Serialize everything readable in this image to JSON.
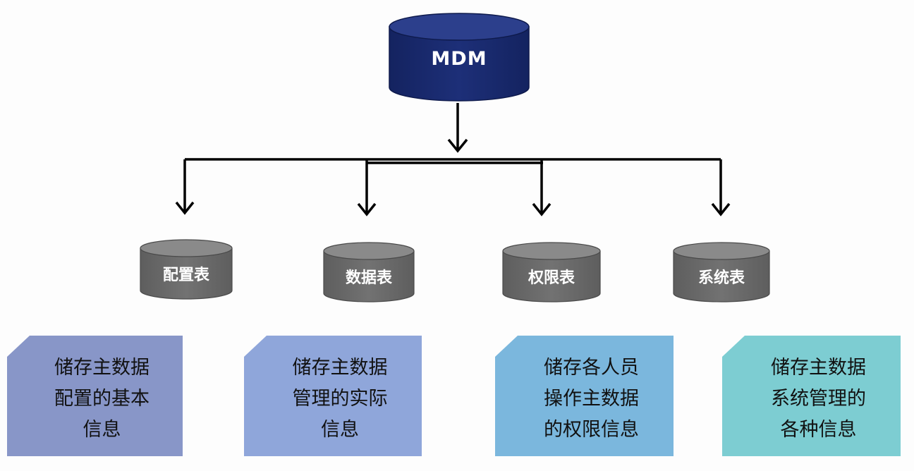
{
  "master": {
    "label": "MDM"
  },
  "tables": [
    {
      "label": "配置表",
      "desc_lines": [
        "储存主数据",
        "配置的基本",
        "信息"
      ],
      "color": "#8896c8"
    },
    {
      "label": "数据表",
      "desc_lines": [
        "储存主数据",
        "管理的实际",
        "信息"
      ],
      "color": "#8fa6da"
    },
    {
      "label": "权限表",
      "desc_lines": [
        "储存各人员",
        "操作主数据",
        "的权限信息"
      ],
      "color": "#7bb7dd"
    },
    {
      "label": "系统表",
      "desc_lines": [
        "储存主数据",
        "系统管理的",
        "各种信息"
      ],
      "color": "#7dcdd2"
    }
  ],
  "colors": {
    "master_cylinder": "#1a2a6c",
    "table_cylinder": "#6b6b6b",
    "connector": "#000000"
  }
}
